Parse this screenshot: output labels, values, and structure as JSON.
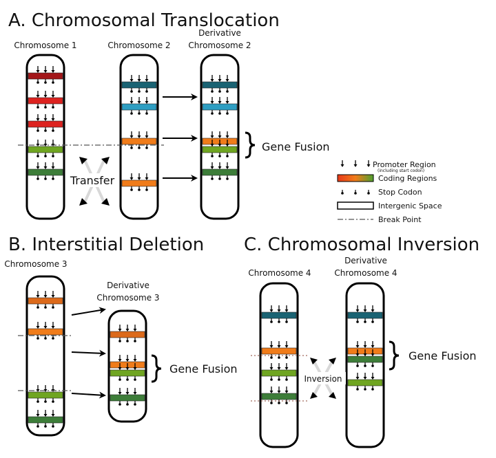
{
  "colors": {
    "dark_red": "#a3171a",
    "red": "#dd2320",
    "orange": "#f07c1a",
    "dark_orange": "#dc6a1b",
    "light_green": "#6fa521",
    "mid_green": "#4e9a26",
    "dark_green": "#3d7d39",
    "teal": "#1a6373",
    "light_blue": "#2e9ec2",
    "legend_gradient_start": "#e8391a",
    "legend_gradient_mid": "#f07c1a",
    "legend_gradient_end": "#4ea030",
    "arrow_fill": "#e6e6e6"
  },
  "panel_a": {
    "title": "A. Chromosomal Translocation",
    "chromosome_1_label": "Chromosome 1",
    "chromosome_2_label": "Chromosome 2",
    "derivative_line1": "Derivative",
    "derivative_line2": "Chromosome 2",
    "transfer_label": "Transfer",
    "gene_fusion_label": "Gene Fusion"
  },
  "panel_b": {
    "title": "B. Interstitial Deletion",
    "chromosome_3_label": "Chromosome 3",
    "derivative_line1": "Derivative",
    "derivative_line2": "Chromosome 3",
    "gene_fusion_label": "Gene Fusion"
  },
  "panel_c": {
    "title": "C. Chromosomal Inversion",
    "chromosome_4_label": "Chromosome 4",
    "derivative_line1": "Derivative",
    "derivative_line2": "Chromosome 4",
    "inversion_label": "Inversion",
    "gene_fusion_label": "Gene Fusion"
  },
  "legend": {
    "promoter": "Promoter Region",
    "promoter_note": "(including start codon)",
    "coding": "Coding Regions",
    "stop": "Stop Codon",
    "intergenic": "Intergenic Space",
    "break": "Break Point"
  }
}
